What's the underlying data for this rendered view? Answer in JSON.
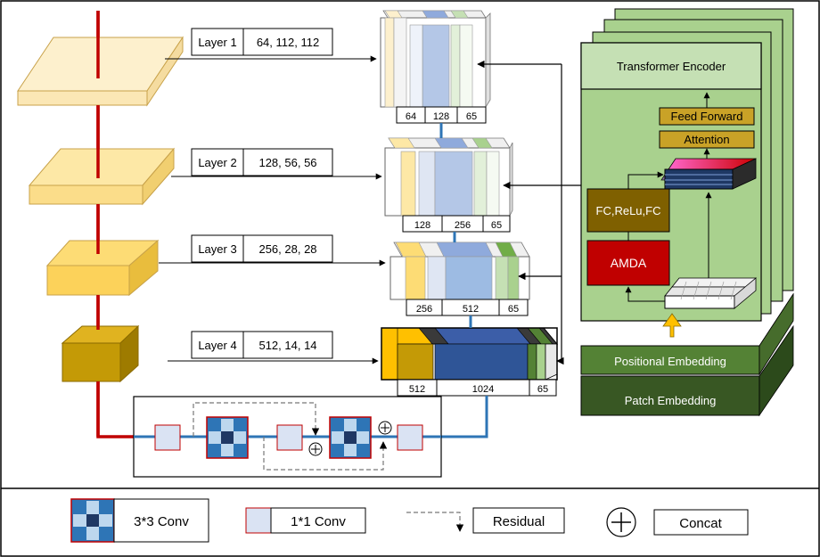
{
  "layers": [
    {
      "name": "Layer 1",
      "dims": "64, 112, 112",
      "blocks": [
        "64",
        "128",
        "65"
      ]
    },
    {
      "name": "Layer 2",
      "dims": "128, 56, 56",
      "blocks": [
        "128",
        "256",
        "65"
      ]
    },
    {
      "name": "Layer 3",
      "dims": "256, 28, 28",
      "blocks": [
        "256",
        "512",
        "65"
      ]
    },
    {
      "name": "Layer 4",
      "dims": "512, 14, 14",
      "blocks": [
        "512",
        "1024",
        "65"
      ]
    }
  ],
  "transformer": {
    "title": "Transformer Encoder",
    "feed_forward": "Feed Forward",
    "attention": "Attention",
    "fc": "FC,ReLu,FC",
    "amda": "AMDA",
    "positional": "Positional Embedding",
    "patch": "Patch Embedding"
  },
  "legend": {
    "conv3": "3*3 Conv",
    "conv1": "1*1 Conv",
    "residual": "Residual",
    "concat": "Concat"
  },
  "colors": {
    "layer1": "#fdf0cd",
    "layer2": "#fde8a6",
    "layer3": "#fddc75",
    "layer4": "#c49a06",
    "spine": "#c00000",
    "blue_line": "#2e75b6",
    "green_panel": "#a9d18e",
    "dark_green": "#548235",
    "darker_green": "#385723",
    "amda": "#c00000",
    "fc": "#7f6000",
    "ff_box": "#c9a227"
  }
}
